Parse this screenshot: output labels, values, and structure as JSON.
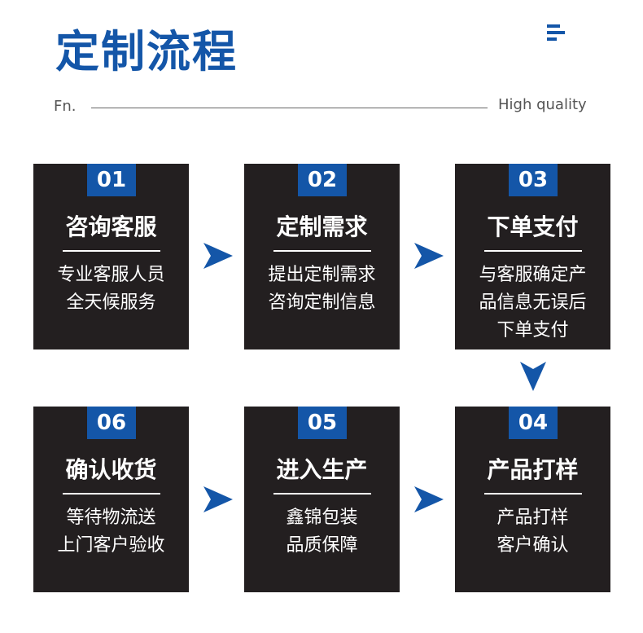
{
  "page_title": "定制流程",
  "header": {
    "left_label": "Fn.",
    "right_label": "High quality",
    "menu_icon": "hamburger-icon"
  },
  "accent_color": "#1456a8",
  "card_color": "#231f20",
  "steps": [
    {
      "number": "01",
      "title": "咨询客服",
      "desc": [
        "专业客服人员",
        "全天候服务"
      ]
    },
    {
      "number": "02",
      "title": "定制需求",
      "desc": [
        "提出定制需求",
        "咨询定制信息"
      ]
    },
    {
      "number": "03",
      "title": "下单支付",
      "desc": [
        "与客服确定产",
        "品信息无误后",
        "下单支付"
      ]
    },
    {
      "number": "04",
      "title": "产品打样",
      "desc": [
        "产品打样",
        "客户确认"
      ]
    },
    {
      "number": "05",
      "title": "进入生产",
      "desc": [
        "鑫锦包装",
        "品质保障"
      ]
    },
    {
      "number": "06",
      "title": "确认收货",
      "desc": [
        "等待物流送",
        "上门客户验收"
      ]
    }
  ]
}
